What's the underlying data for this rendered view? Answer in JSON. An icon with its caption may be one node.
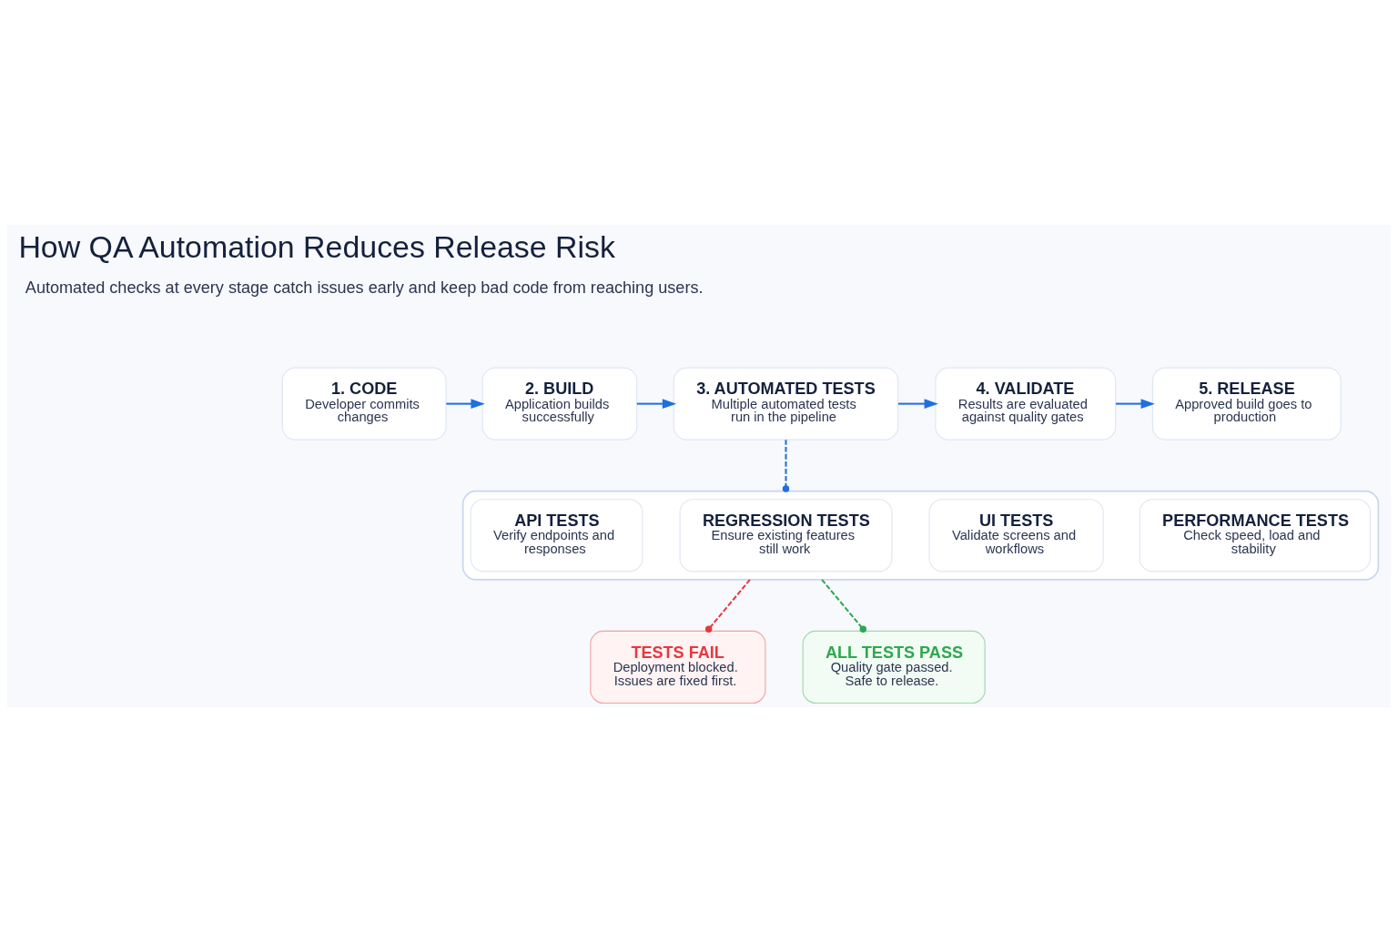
{
  "diagram": {
    "title": "How QA Automation Reduces Release Risk",
    "nodes": [
      {
        "text": [
          "1. CODE",
          "Developer commits changes"
        ]
      },
      {
        "text": [
          "2. BUILD",
          "Application builds successfully"
        ]
      },
      {
        "text": [
          "3. AUTOMATED TESTS",
          "Multiple automated tests run in the pipeline"
        ]
      },
      {
        "text": [
          "4. VALIDATE",
          "Results are evaluated against quality gates"
        ]
      },
      {
        "text": [
          "5. RELEASE",
          "Approved build goes to production"
        ]
      },
      {
        "text": [],
        "shape": "box"
      },
      {
        "text": [
          "API TESTS",
          "Verify endpoints and responses"
        ],
        "in": 5
      },
      {
        "text": [
          "REGRESSION TESTS",
          "Ensure existing features still work"
        ],
        "in": 5
      },
      {
        "text": [
          "UI TESTS",
          "Validate screens and workflows"
        ],
        "in": 5
      },
      {
        "text": [
          "PERFORMANCE TESTS",
          "Check speed, load and stability"
        ],
        "in": 5
      },
      {
        "text": [
          "TESTS FAIL",
          "Deployment blocked. Issues are fixed first."
        ]
      },
      {
        "text": [
          "ALL TESTS PASS",
          "Quality gate passed. Safe to release."
        ]
      }
    ],
    "edges": [
      {
        "from": 0,
        "to": 1,
        "arrow": "to"
      },
      {
        "from": 1,
        "to": 2,
        "arrow": "to"
      },
      {
        "from": 2,
        "to": 3,
        "arrow": "to"
      },
      {
        "from": 3,
        "to": 4,
        "arrow": "to"
      },
      {
        "from": 2,
        "to": 5,
        "arrow": "other",
        "style": "dashed"
      },
      {
        "from": 5,
        "to": 10,
        "arrow": "other",
        "style": "dashed",
        "color": "#e5393f"
      },
      {
        "from": 5,
        "to": 11,
        "arrow": "other",
        "style": "dashed",
        "color": "#2ea84f"
      }
    ],
    "labels": [
      "Automated checks at every stage catch issues early and keep bad code from reaching users."
    ]
  }
}
